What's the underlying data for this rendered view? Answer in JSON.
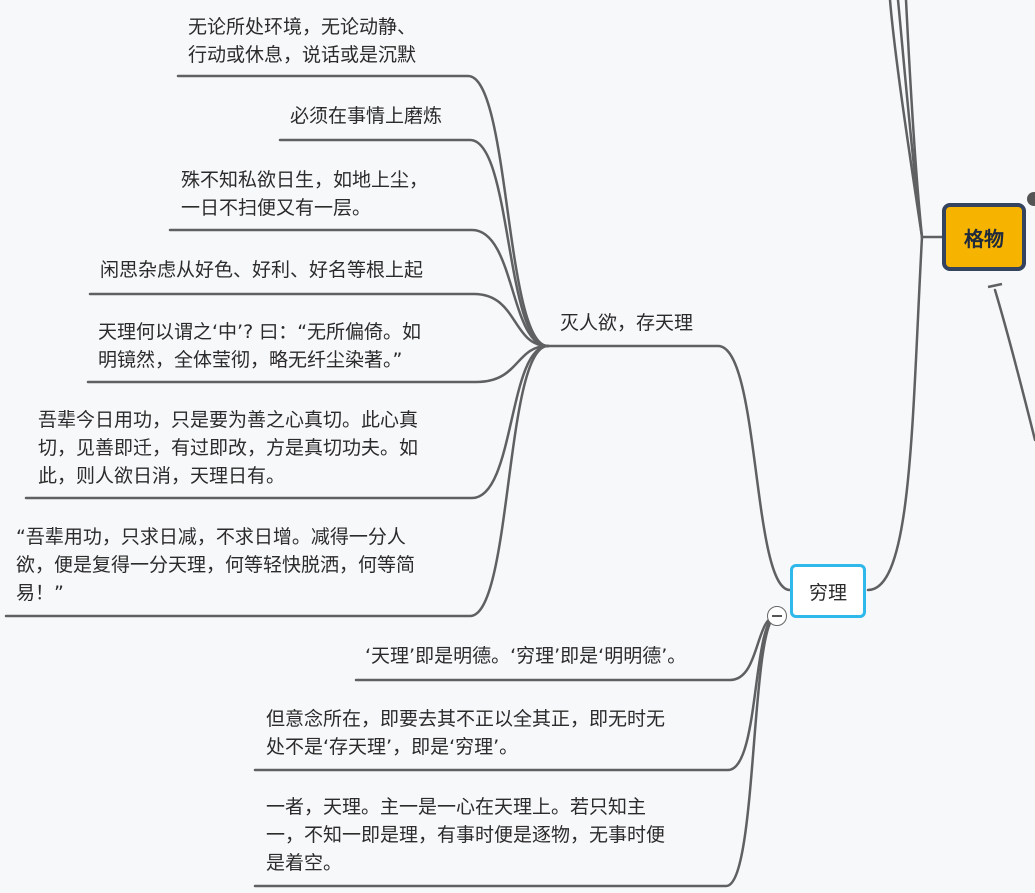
{
  "central_node": {
    "label": "格物"
  },
  "branch_1": {
    "label": "灭人欲，存天理",
    "leaves": [
      {
        "lines": [
          "无论所处环境，无论动静、",
          "行动或休息，说话或是沉默"
        ]
      },
      {
        "lines": [
          "必须在事情上磨炼"
        ]
      },
      {
        "lines": [
          "殊不知私欲日生，如地上尘，",
          "一日不扫便又有一层。"
        ]
      },
      {
        "lines": [
          "闲思杂虑从好色、好利、好名等根上起"
        ]
      },
      {
        "lines": [
          "天理何以谓之‘中’? 曰：“无所偏倚。如",
          "明镜然，全体莹彻，略无纤尘染著。”"
        ]
      },
      {
        "lines": [
          "吾辈今日用功，只是要为善之心真切。此心真",
          "切，见善即迁，有过即改，方是真切功夫。如",
          "此，则人欲日消，天理日有。"
        ]
      },
      {
        "lines": [
          "“吾辈用功，只求日减，不求日增。减得一分人",
          "欲，便是复得一分天理，何等轻快脱洒，何等简",
          "易！”"
        ]
      }
    ]
  },
  "branch_2": {
    "label": "穷理",
    "leaves": [
      {
        "lines": [
          "‘天理’即是明德。‘穷理’即是‘明明德’。"
        ]
      },
      {
        "lines": [
          "但意念所在，即要去其不正以全其正，即无时无",
          "处不是‘存天理’，即是‘穷理’。"
        ]
      },
      {
        "lines": [
          "一者，天理。主一是一心在天理上。若只知主",
          "一，不知一即是理，有事时便是逐物，无事时便",
          "是着空。"
        ]
      }
    ]
  }
}
